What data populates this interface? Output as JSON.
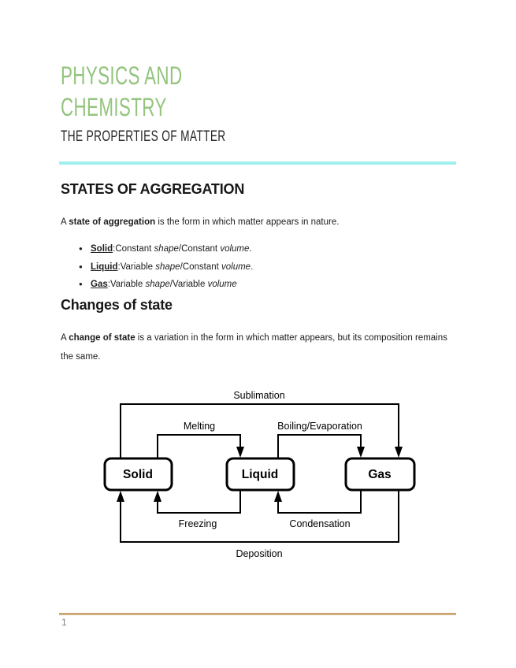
{
  "page": {
    "title": "PHYSICS AND CHEMISTRY",
    "subtitle": "THE PROPERTIES OF MATTER",
    "page_number": "1",
    "bullet_char": "●"
  },
  "colors": {
    "title_green": "#93c47d",
    "divider_cyan": "#9ff0ee",
    "footer_line_tan": "#c29a5f",
    "diagram_stroke": "#000000"
  },
  "sections": {
    "states": {
      "heading": "STATES OF AGGREGATION",
      "intro": {
        "prefix": "A ",
        "bold": "state of aggregation",
        "suffix": " is the form in which matter appears in nature."
      },
      "bullets": [
        {
          "term": "Solid",
          "after_term": ":Constant ",
          "italic1": "shape",
          "mid": "/Constant ",
          "italic2": "volume",
          "end": "."
        },
        {
          "term": "Liquid",
          "after_term": ":Variable ",
          "italic1": "shape",
          "mid": "/Constant ",
          "italic2": "volume",
          "end": "."
        },
        {
          "term": "Gas",
          "after_term": ":Variable ",
          "italic1": "shape",
          "mid": "/Variable ",
          "italic2": "volume",
          "end": ""
        }
      ]
    },
    "changes": {
      "heading": "Changes of state",
      "intro": {
        "prefix": "A ",
        "bold": "change of state",
        "suffix": " is a variation in the form in which matter appears, but its composition remains the same."
      }
    }
  },
  "diagram": {
    "boxes": [
      {
        "label": "Solid"
      },
      {
        "label": "Liquid"
      },
      {
        "label": "Gas"
      }
    ],
    "labels": {
      "sublimation": "Sublimation",
      "melting": "Melting",
      "boiling": "Boiling/Evaporation",
      "freezing": "Freezing",
      "condensation": "Condensation",
      "deposition": "Deposition"
    }
  }
}
